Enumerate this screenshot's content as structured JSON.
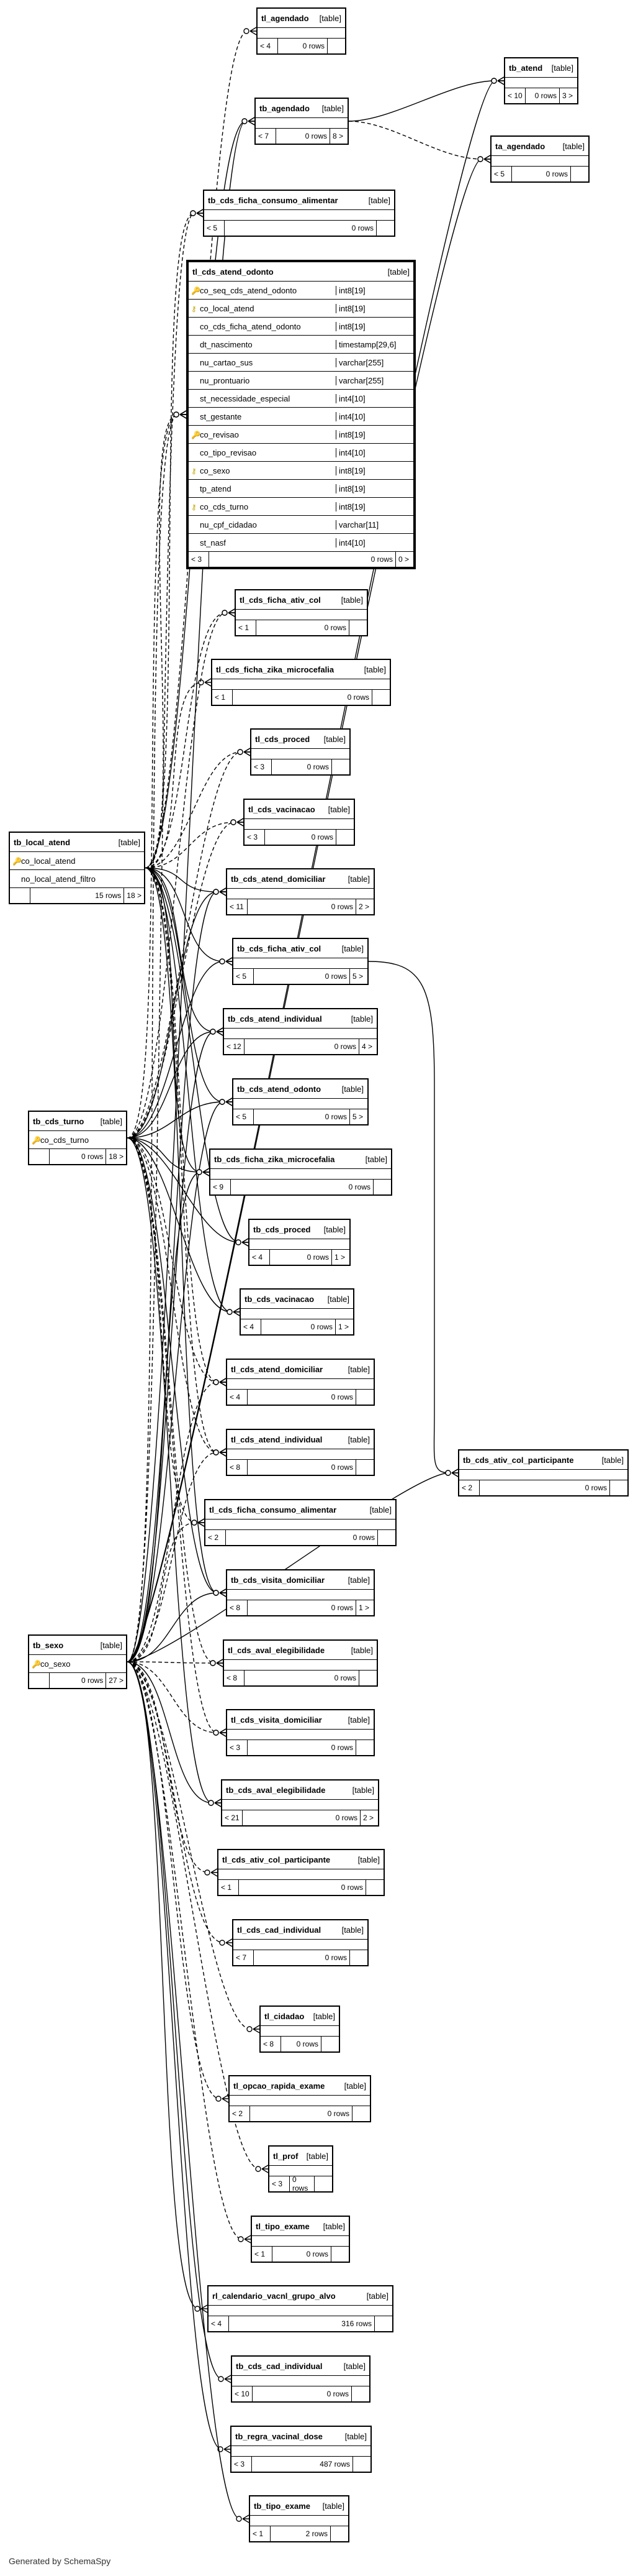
{
  "footer": "Generated by SchemaSpy",
  "tables": [
    {
      "id": "tl_agendado",
      "name": "tl_agendado",
      "kind": "[table]",
      "columns": [],
      "parents": "< 4",
      "rows": "0 rows",
      "children": ""
    },
    {
      "id": "tb_atend",
      "name": "tb_atend",
      "kind": "[table]",
      "columns": [],
      "parents": "< 10",
      "rows": "0 rows",
      "children": "3 >"
    },
    {
      "id": "tb_agendado",
      "name": "tb_agendado",
      "kind": "[table]",
      "columns": [],
      "parents": "< 7",
      "rows": "0 rows",
      "children": "8 >"
    },
    {
      "id": "ta_agendado",
      "name": "ta_agendado",
      "kind": "[table]",
      "columns": [],
      "parents": "< 5",
      "rows": "0 rows",
      "children": ""
    },
    {
      "id": "tb_cds_ficha_consumo_alimentar",
      "name": "tb_cds_ficha_consumo_alimentar",
      "kind": "[table]",
      "columns": [],
      "parents": "< 5",
      "rows": "0 rows",
      "children": ""
    },
    {
      "id": "tl_cds_atend_odonto",
      "name": "tl_cds_atend_odonto",
      "kind": "[table]",
      "focus": true,
      "columns": [
        {
          "key": "pk",
          "name": "co_seq_cds_atend_odonto",
          "type": "int8[19]"
        },
        {
          "key": "fk",
          "name": "co_local_atend",
          "type": "int8[19]"
        },
        {
          "key": "",
          "name": "co_cds_ficha_atend_odonto",
          "type": "int8[19]"
        },
        {
          "key": "",
          "name": "dt_nascimento",
          "type": "timestamp[29,6]"
        },
        {
          "key": "",
          "name": "nu_cartao_sus",
          "type": "varchar[255]"
        },
        {
          "key": "",
          "name": "nu_prontuario",
          "type": "varchar[255]"
        },
        {
          "key": "",
          "name": "st_necessidade_especial",
          "type": "int4[10]"
        },
        {
          "key": "",
          "name": "st_gestante",
          "type": "int4[10]"
        },
        {
          "key": "pk",
          "name": "co_revisao",
          "type": "int8[19]"
        },
        {
          "key": "",
          "name": "co_tipo_revisao",
          "type": "int4[10]"
        },
        {
          "key": "fk",
          "name": "co_sexo",
          "type": "int8[19]"
        },
        {
          "key": "",
          "name": "tp_atend",
          "type": "int8[19]"
        },
        {
          "key": "fk",
          "name": "co_cds_turno",
          "type": "int8[19]"
        },
        {
          "key": "",
          "name": "nu_cpf_cidadao",
          "type": "varchar[11]"
        },
        {
          "key": "",
          "name": "st_nasf",
          "type": "int4[10]"
        }
      ],
      "parents": "< 3",
      "rows": "0 rows",
      "children": "0 >"
    },
    {
      "id": "tl_cds_ficha_ativ_col",
      "name": "tl_cds_ficha_ativ_col",
      "kind": "[table]",
      "columns": [],
      "parents": "< 1",
      "rows": "0 rows",
      "children": ""
    },
    {
      "id": "tl_cds_ficha_zika_microcefalia",
      "name": "tl_cds_ficha_zika_microcefalia",
      "kind": "[table]",
      "columns": [],
      "parents": "< 1",
      "rows": "0 rows",
      "children": ""
    },
    {
      "id": "tl_cds_proced",
      "name": "tl_cds_proced",
      "kind": "[table]",
      "columns": [],
      "parents": "< 3",
      "rows": "0 rows",
      "children": ""
    },
    {
      "id": "tl_cds_vacinacao",
      "name": "tl_cds_vacinacao",
      "kind": "[table]",
      "columns": [],
      "parents": "< 3",
      "rows": "0 rows",
      "children": ""
    },
    {
      "id": "tb_local_atend",
      "name": "tb_local_atend",
      "kind": "[table]",
      "columns": [
        {
          "key": "pk",
          "name": "co_local_atend",
          "type": ""
        },
        {
          "key": "",
          "name": "no_local_atend_filtro",
          "type": ""
        }
      ],
      "parents": "",
      "rows": "15 rows",
      "children": "18 >"
    },
    {
      "id": "tb_cds_atend_domiciliar",
      "name": "tb_cds_atend_domiciliar",
      "kind": "[table]",
      "columns": [],
      "parents": "< 11",
      "rows": "0 rows",
      "children": "2 >"
    },
    {
      "id": "tb_cds_ficha_ativ_col",
      "name": "tb_cds_ficha_ativ_col",
      "kind": "[table]",
      "columns": [],
      "parents": "< 5",
      "rows": "0 rows",
      "children": "5 >"
    },
    {
      "id": "tb_cds_atend_individual",
      "name": "tb_cds_atend_individual",
      "kind": "[table]",
      "columns": [],
      "parents": "< 12",
      "rows": "0 rows",
      "children": "4 >"
    },
    {
      "id": "tb_cds_atend_odonto",
      "name": "tb_cds_atend_odonto",
      "kind": "[table]",
      "columns": [],
      "parents": "< 5",
      "rows": "0 rows",
      "children": "5 >"
    },
    {
      "id": "tb_cds_turno",
      "name": "tb_cds_turno",
      "kind": "[table]",
      "columns": [
        {
          "key": "pk",
          "name": "co_cds_turno",
          "type": ""
        }
      ],
      "parents": "",
      "rows": "0 rows",
      "children": "18 >"
    },
    {
      "id": "tb_cds_ficha_zika_microcefalia",
      "name": "tb_cds_ficha_zika_microcefalia",
      "kind": "[table]",
      "columns": [],
      "parents": "< 9",
      "rows": "0 rows",
      "children": ""
    },
    {
      "id": "tb_cds_proced",
      "name": "tb_cds_proced",
      "kind": "[table]",
      "columns": [],
      "parents": "< 4",
      "rows": "0 rows",
      "children": "1 >"
    },
    {
      "id": "tb_cds_vacinacao",
      "name": "tb_cds_vacinacao",
      "kind": "[table]",
      "columns": [],
      "parents": "< 4",
      "rows": "0 rows",
      "children": "1 >"
    },
    {
      "id": "tl_cds_atend_domiciliar",
      "name": "tl_cds_atend_domiciliar",
      "kind": "[table]",
      "columns": [],
      "parents": "< 4",
      "rows": "0 rows",
      "children": ""
    },
    {
      "id": "tl_cds_atend_individual",
      "name": "tl_cds_atend_individual",
      "kind": "[table]",
      "columns": [],
      "parents": "< 8",
      "rows": "0 rows",
      "children": ""
    },
    {
      "id": "tb_cds_ativ_col_participante",
      "name": "tb_cds_ativ_col_participante",
      "kind": "[table]",
      "columns": [],
      "parents": "< 2",
      "rows": "0 rows",
      "children": ""
    },
    {
      "id": "tl_cds_ficha_consumo_alimentar",
      "name": "tl_cds_ficha_consumo_alimentar",
      "kind": "[table]",
      "columns": [],
      "parents": "< 2",
      "rows": "0 rows",
      "children": ""
    },
    {
      "id": "tb_cds_visita_domiciliar",
      "name": "tb_cds_visita_domiciliar",
      "kind": "[table]",
      "columns": [],
      "parents": "< 8",
      "rows": "0 rows",
      "children": "1 >"
    },
    {
      "id": "tb_sexo",
      "name": "tb_sexo",
      "kind": "[table]",
      "columns": [
        {
          "key": "pk",
          "name": "co_sexo",
          "type": ""
        }
      ],
      "parents": "",
      "rows": "0 rows",
      "children": "27 >"
    },
    {
      "id": "tl_cds_aval_elegibilidade",
      "name": "tl_cds_aval_elegibilidade",
      "kind": "[table]",
      "columns": [],
      "parents": "< 8",
      "rows": "0 rows",
      "children": ""
    },
    {
      "id": "tl_cds_visita_domiciliar",
      "name": "tl_cds_visita_domiciliar",
      "kind": "[table]",
      "columns": [],
      "parents": "< 3",
      "rows": "0 rows",
      "children": ""
    },
    {
      "id": "tb_cds_aval_elegibilidade",
      "name": "tb_cds_aval_elegibilidade",
      "kind": "[table]",
      "columns": [],
      "parents": "< 21",
      "rows": "0 rows",
      "children": "2 >"
    },
    {
      "id": "tl_cds_ativ_col_participante",
      "name": "tl_cds_ativ_col_participante",
      "kind": "[table]",
      "columns": [],
      "parents": "< 1",
      "rows": "0 rows",
      "children": ""
    },
    {
      "id": "tl_cds_cad_individual",
      "name": "tl_cds_cad_individual",
      "kind": "[table]",
      "columns": [],
      "parents": "< 7",
      "rows": "0 rows",
      "children": ""
    },
    {
      "id": "tl_cidadao",
      "name": "tl_cidadao",
      "kind": "[table]",
      "columns": [],
      "parents": "< 8",
      "rows": "0 rows",
      "children": ""
    },
    {
      "id": "tl_opcao_rapida_exame",
      "name": "tl_opcao_rapida_exame",
      "kind": "[table]",
      "columns": [],
      "parents": "< 2",
      "rows": "0 rows",
      "children": ""
    },
    {
      "id": "tl_prof",
      "name": "tl_prof",
      "kind": "[table]",
      "columns": [],
      "parents": "< 3",
      "rows": "0 rows",
      "children": ""
    },
    {
      "id": "tl_tipo_exame",
      "name": "tl_tipo_exame",
      "kind": "[table]",
      "columns": [],
      "parents": "< 1",
      "rows": "0 rows",
      "children": ""
    },
    {
      "id": "rl_calendario_vacnl_grupo_alvo",
      "name": "rl_calendario_vacnl_grupo_alvo",
      "kind": "[table]",
      "columns": [],
      "parents": "< 4",
      "rows": "316 rows",
      "children": ""
    },
    {
      "id": "tb_cds_cad_individual",
      "name": "tb_cds_cad_individual",
      "kind": "[table]",
      "columns": [],
      "parents": "< 10",
      "rows": "0 rows",
      "children": ""
    },
    {
      "id": "tb_regra_vacinal_dose",
      "name": "tb_regra_vacinal_dose",
      "kind": "[table]",
      "columns": [],
      "parents": "< 3",
      "rows": "487 rows",
      "children": ""
    },
    {
      "id": "tb_tipo_exame",
      "name": "tb_tipo_exame",
      "kind": "[table]",
      "columns": [],
      "parents": "< 1",
      "rows": "2 rows",
      "children": ""
    }
  ]
}
